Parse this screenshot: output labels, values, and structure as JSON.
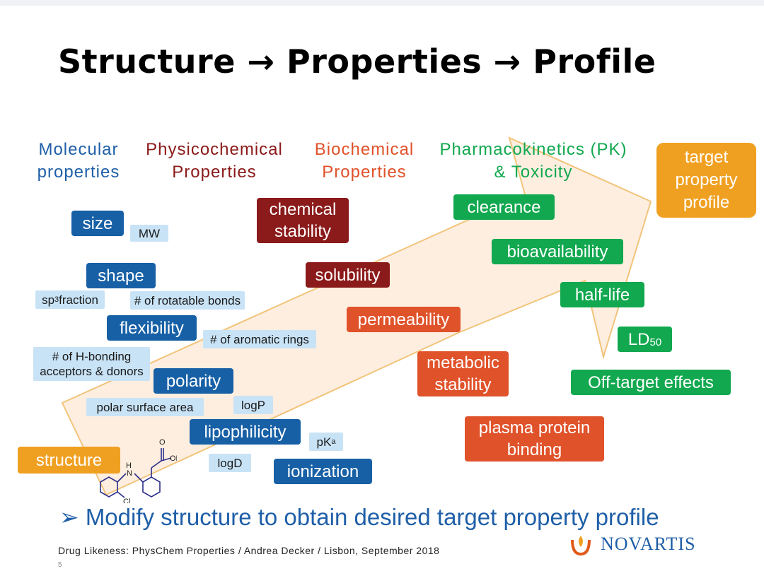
{
  "title": "Structure → Properties → Profile",
  "headers": {
    "molecular": [
      "Molecular",
      "properties"
    ],
    "physicochemical": [
      "Physicochemical",
      "Properties"
    ],
    "biochemical": [
      "Biochemical",
      "Properties"
    ],
    "pk": [
      "Pharmacokinetics (PK)",
      "& Toxicity"
    ]
  },
  "target": [
    "target",
    "property",
    "profile"
  ],
  "structure_label": "structure",
  "molecular_boxes": {
    "size": "size",
    "shape": "shape",
    "flexibility": "flexibility",
    "polarity": "polarity",
    "lipophilicity": "lipophilicity",
    "ionization": "ionization"
  },
  "descriptors": {
    "mw": "MW",
    "sp3_pre": "sp",
    "sp3_sup": "3",
    "sp3_post": " fraction",
    "rotatable": "# of rotatable bonds",
    "aromatic": "# of aromatic rings",
    "hbond": [
      "# of H-bonding",
      "acceptors & donors"
    ],
    "psa": "polar surface area",
    "logp": "logP",
    "pka_main": "pK",
    "pka_sub": "a",
    "logd": "logD"
  },
  "physchem_boxes": {
    "chemical_stability": [
      "chemical",
      "stability"
    ],
    "solubility": "solubility"
  },
  "biochem_boxes": {
    "permeability": "permeability",
    "metabolic_stability": [
      "metabolic",
      "stability"
    ],
    "plasma_protein_binding": [
      "plasma protein",
      "binding"
    ]
  },
  "pk_boxes": {
    "clearance": "clearance",
    "bioavailability": "bioavailability",
    "half_life": "half-life",
    "ld_main": "LD",
    "ld_sub": "50",
    "off_target": "Off-target effects"
  },
  "molecule_labels": {
    "o": "O",
    "oh": "OH",
    "h": "H",
    "n": "N",
    "cl": "Cl"
  },
  "bullet": "➢ Modify structure to obtain desired target property profile",
  "footer": "Drug Likeness: PhysChem Properties / Andrea Decker / Lisbon, September 2018",
  "page_number": "5",
  "logo": "NOVARTIS",
  "colors": {
    "molecular": "#1760a6",
    "physicochemical": "#8b1a1a",
    "biochemical": "#e0522a",
    "pk": "#12a84f",
    "target": "#f0a021",
    "arrow_fill": "#fdeee0",
    "arrow_stroke": "#f2c47a"
  }
}
